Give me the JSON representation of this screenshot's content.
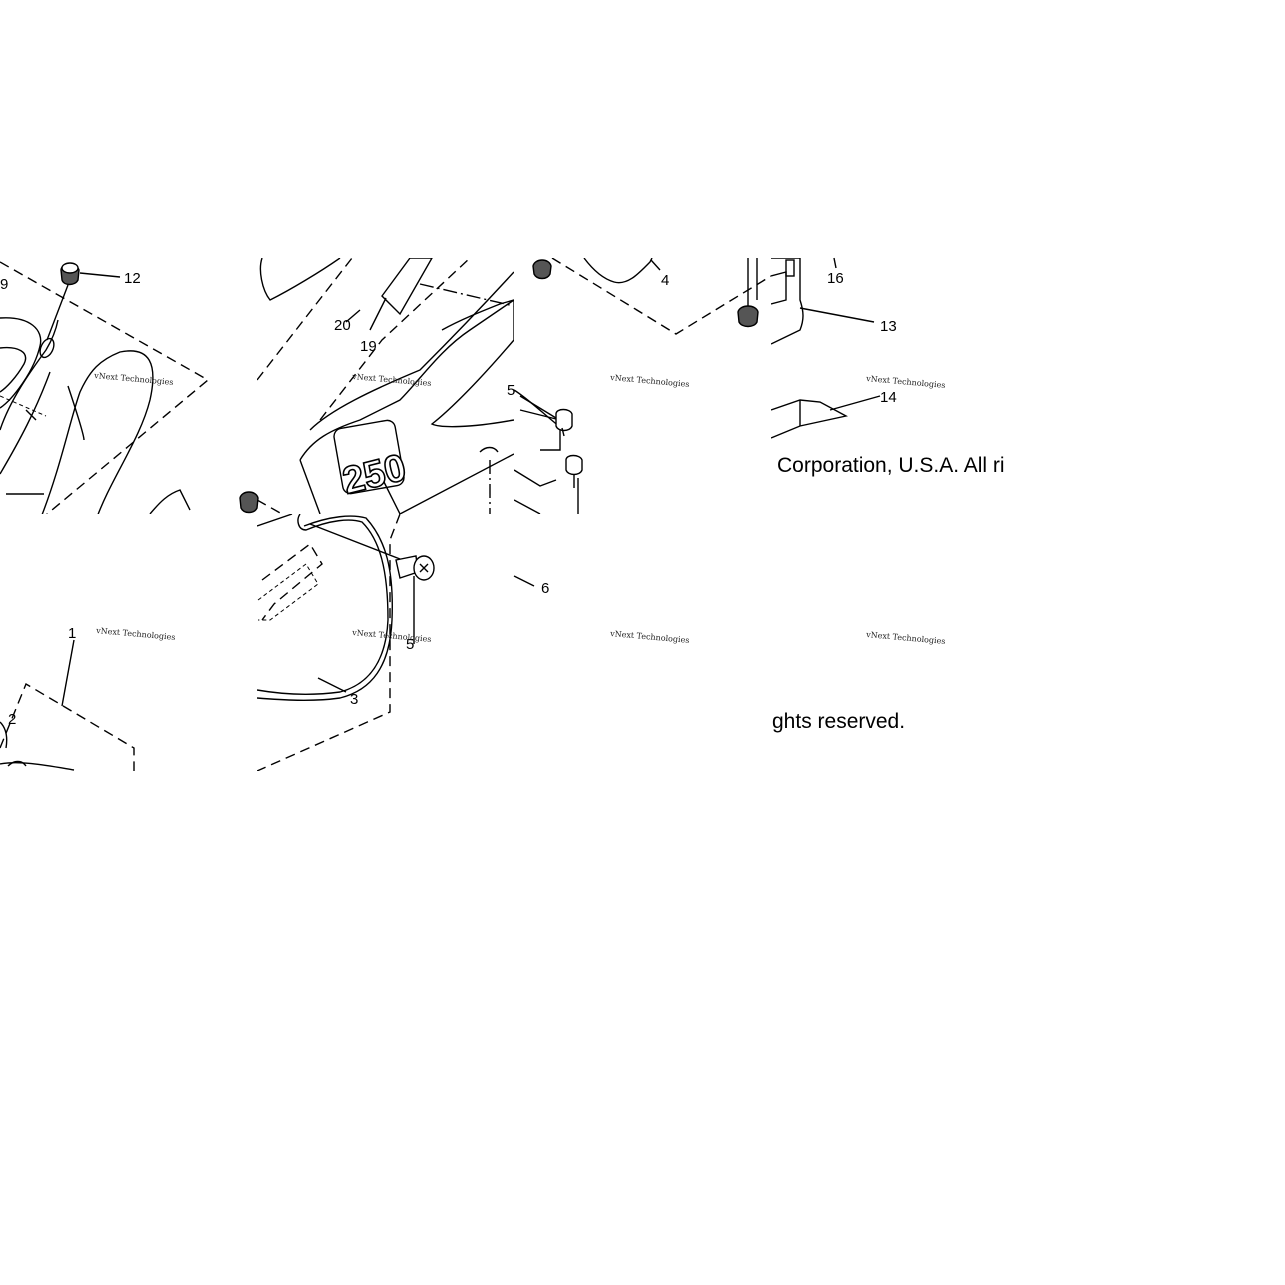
{
  "callouts": [
    "12",
    "9",
    "20",
    "19",
    "4",
    "16",
    "13",
    "14",
    "5",
    "6",
    "1",
    "2",
    "3"
  ],
  "badge": "250",
  "watermark": "vNext Technologies",
  "copyright": {
    "line1": "Corporation, U.S.A. All ri",
    "line2": "ghts reserved."
  },
  "colors": {
    "line": "#000000",
    "background": "#ffffff",
    "watermark": "#cfcfcf"
  }
}
